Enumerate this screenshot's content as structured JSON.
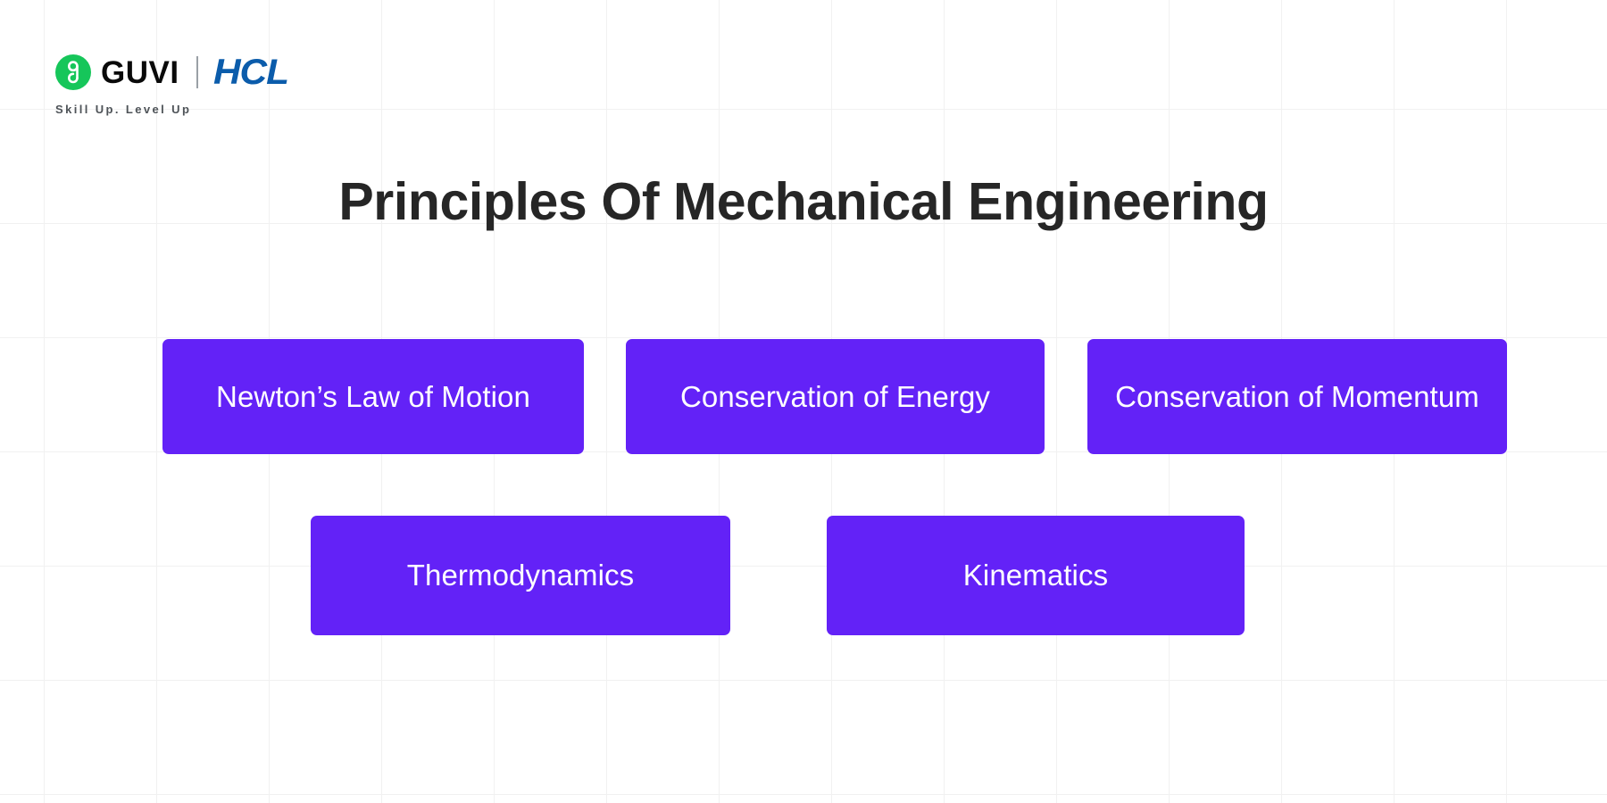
{
  "slide": {
    "background_color": "#ffffff",
    "grid_line_color": "#f1f1f1",
    "title": "Principles Of Mechanical Engineering",
    "title_color": "#262626"
  },
  "brand": {
    "logo_icon": "guvi-circle-g-icon",
    "logo_mark_color": "#16c65a",
    "name": "GUVI",
    "name_color": "#0a0a0a",
    "divider": "|",
    "partner": "HCL",
    "partner_color": "#0b5cab",
    "tagline": "Skill Up. Level Up",
    "tagline_color": "#4e5358"
  },
  "cards": {
    "accent_color": "#6322f7",
    "text_color": "#ffffff",
    "items": [
      {
        "label": "Newton’s Law of Motion"
      },
      {
        "label": "Conservation of Energy"
      },
      {
        "label": "Conservation of Momentum"
      },
      {
        "label": "Thermodynamics"
      },
      {
        "label": "Kinematics"
      }
    ]
  }
}
